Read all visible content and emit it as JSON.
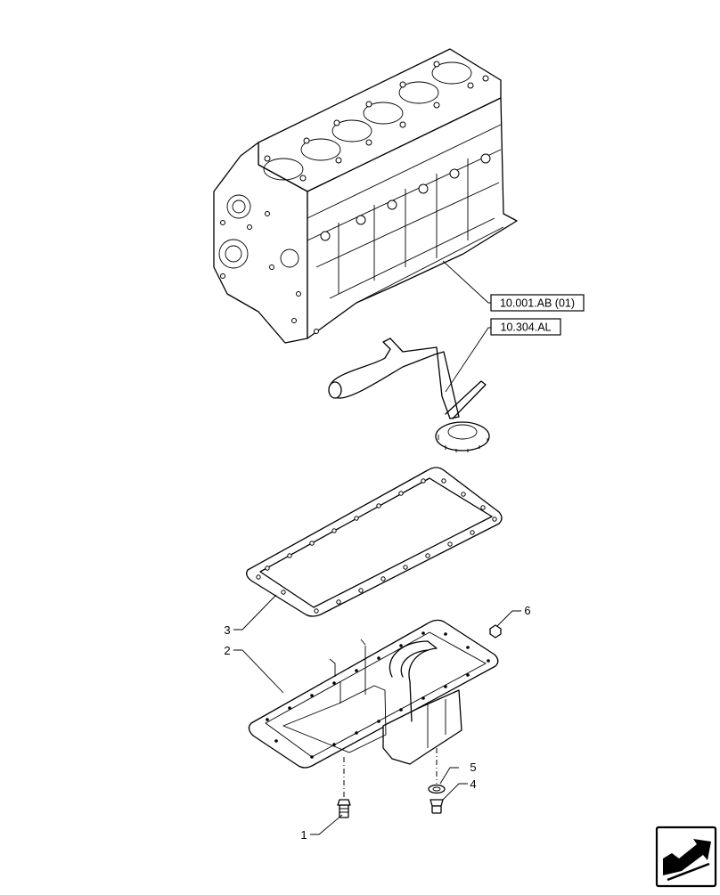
{
  "references": [
    {
      "label": "10.001.AB (01)"
    },
    {
      "label": "10.304.AL"
    }
  ],
  "callouts": [
    "1",
    "2",
    "3",
    "4",
    "5",
    "6"
  ],
  "nav_icon": "next-page-arrow-icon"
}
